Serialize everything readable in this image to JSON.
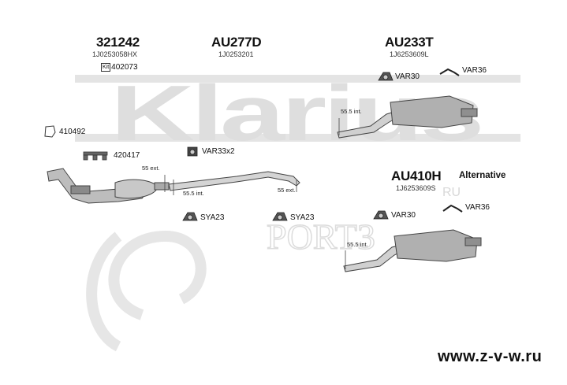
{
  "watermark": {
    "brand": "Klarius",
    "site_mark": "PORT3",
    "site_mark_sub": "RU"
  },
  "parts": {
    "front_pipe": {
      "number": "321242",
      "oem": "1J0253058HX",
      "kit_label": "Kit",
      "kit": "402073"
    },
    "middle": {
      "number": "AU277D",
      "oem": "1J0253201"
    },
    "rear": {
      "number": "AU233T",
      "oem": "1J6253609L"
    },
    "rear_alt": {
      "number": "AU410H",
      "oem": "1J6253609S",
      "note": "Alternative"
    }
  },
  "fittings": {
    "f410492": "410492",
    "f420417": "420417",
    "var33": "VAR33x2",
    "sya23_a": "SYA23",
    "sya23_b": "SYA23",
    "var30_top": "VAR30",
    "var36_top": "VAR36",
    "var30_alt": "VAR30",
    "var36_alt": "VAR36"
  },
  "dimensions": {
    "ext55": "55 ext.",
    "int55_5_mid": "55.5 int.",
    "ext55_mid": "55 ext.",
    "int55_5_rear": "55.5 int.",
    "int55_5_alt": "55.5 int."
  },
  "footer": {
    "site": "www.z-v-w.ru"
  }
}
